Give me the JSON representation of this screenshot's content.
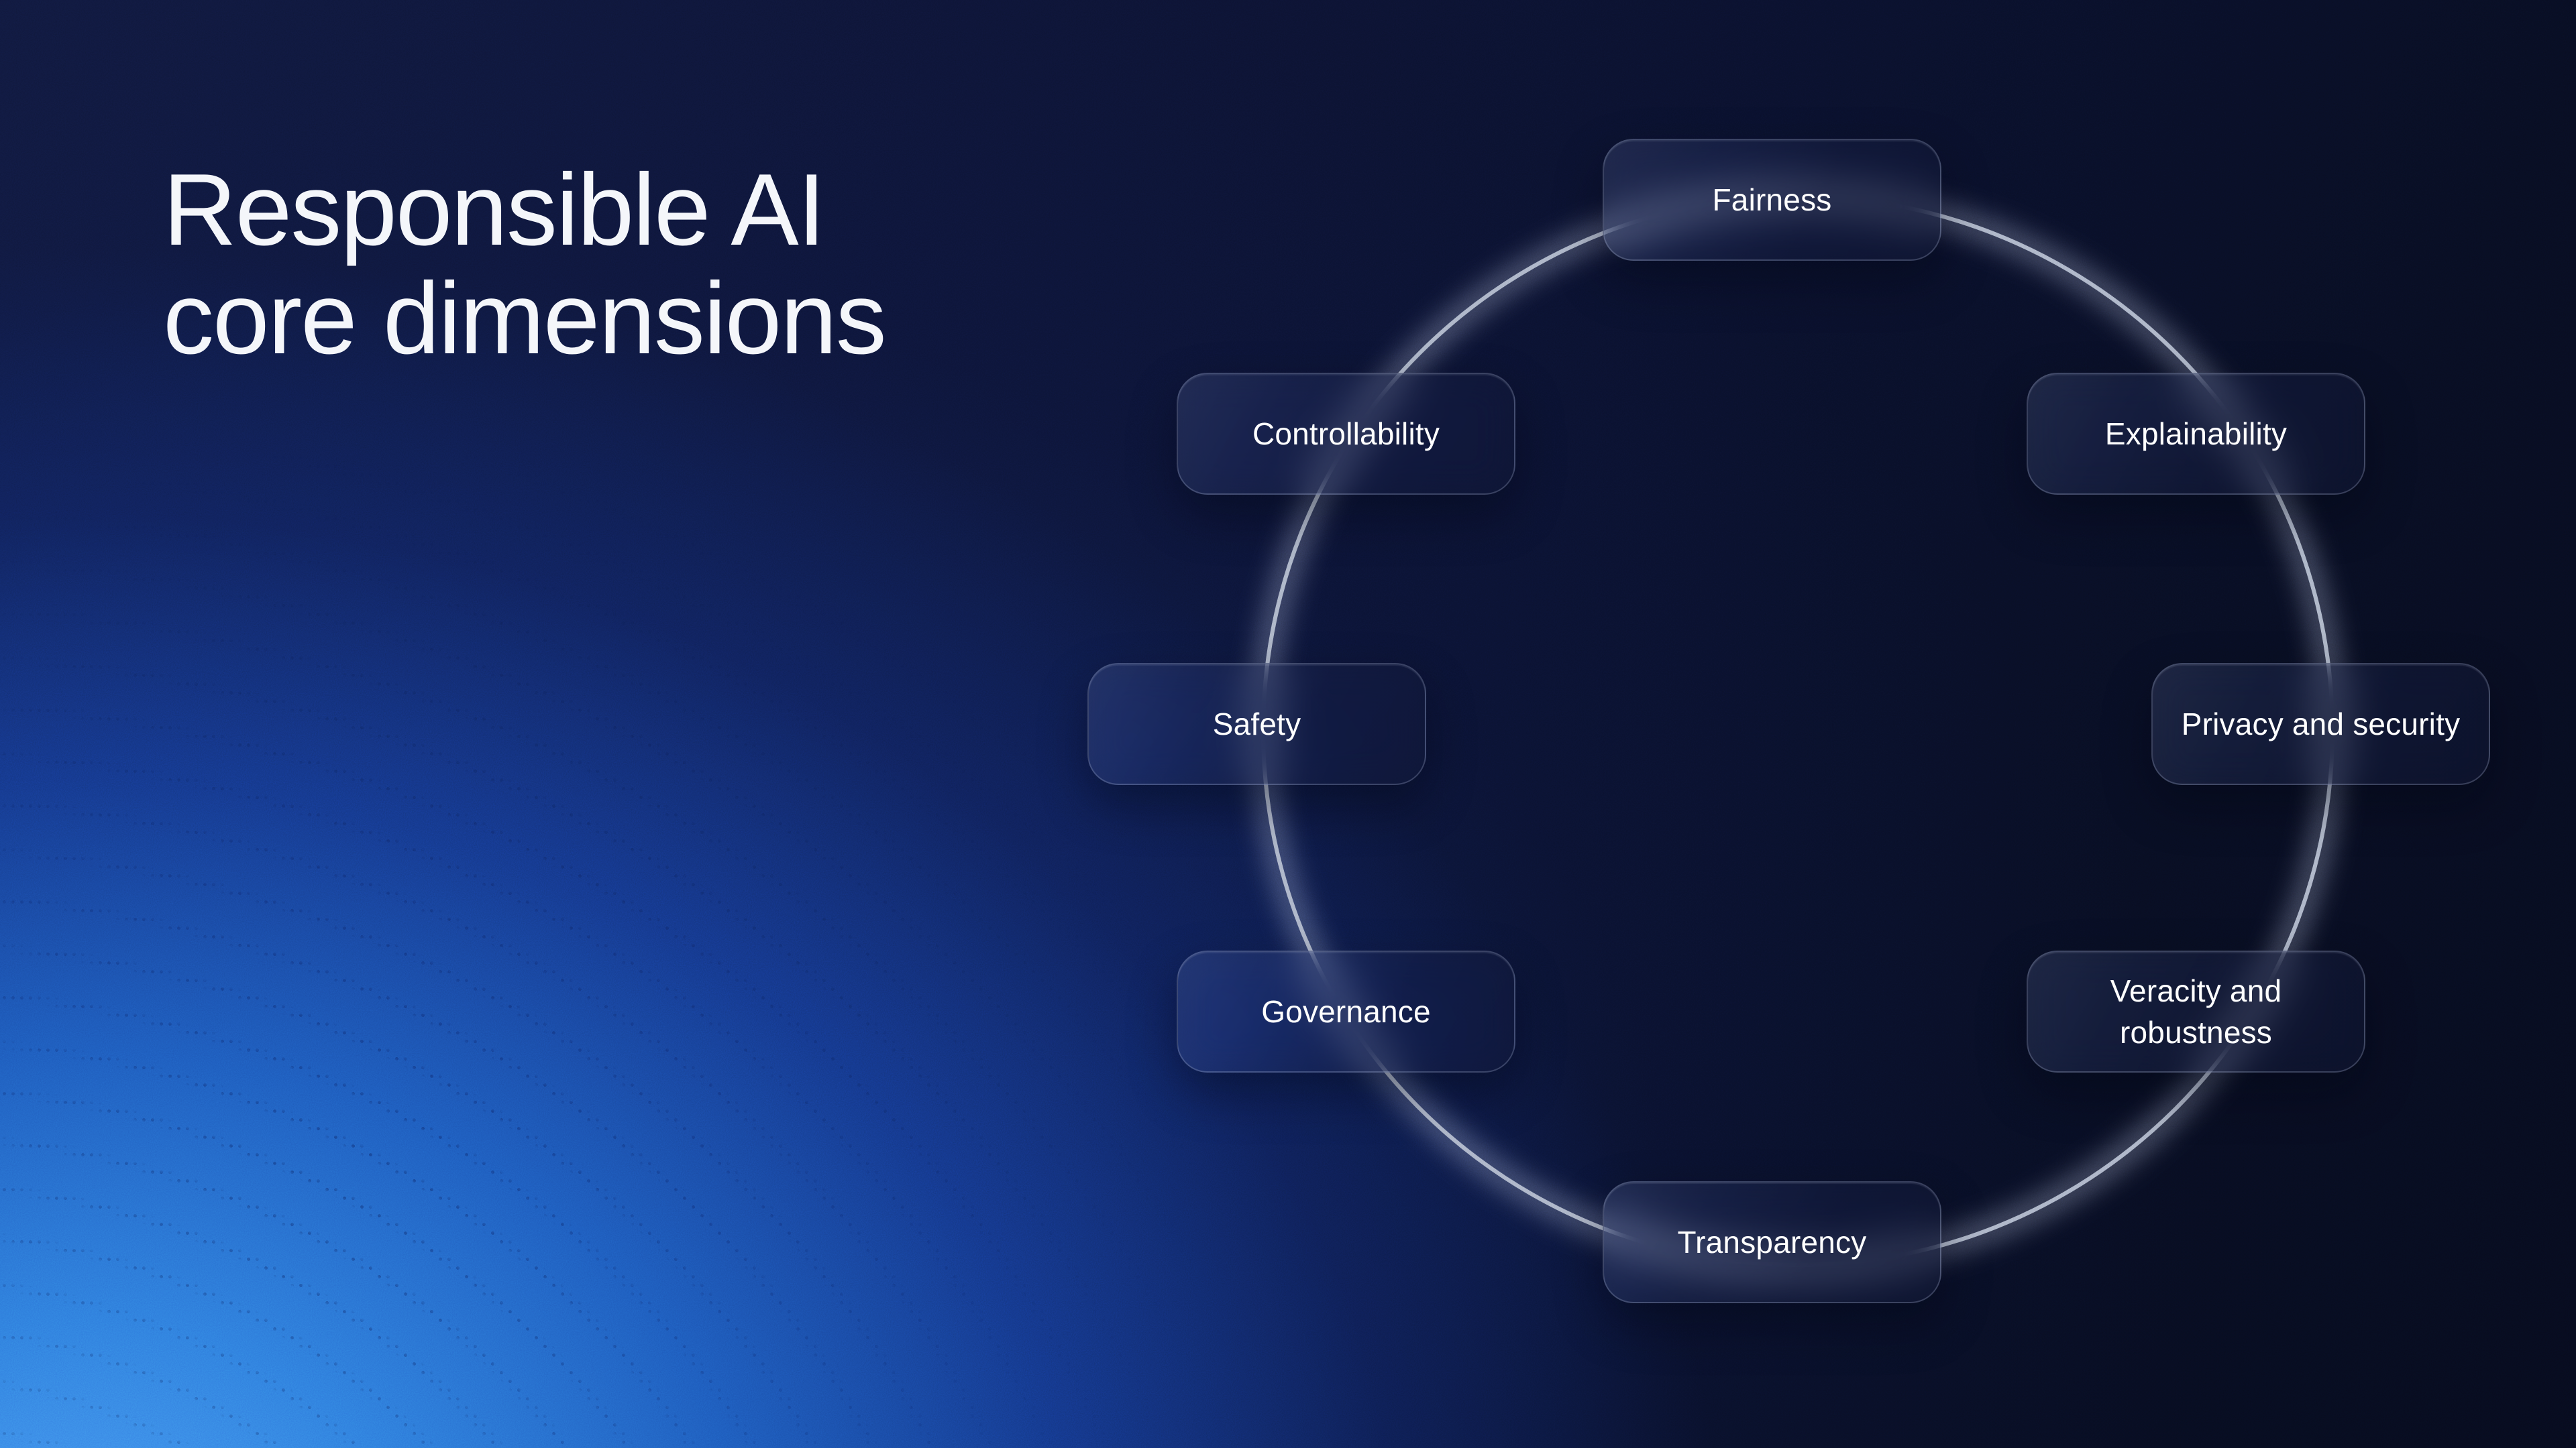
{
  "slide": {
    "title": {
      "line1": "Responsible AI",
      "line2": "core dimensions"
    }
  },
  "diagram": {
    "shape": "circle-ring",
    "nodes": [
      {
        "id": "fairness",
        "label": "Fairness",
        "position": "top"
      },
      {
        "id": "controllability",
        "label": "Controllability",
        "position": "upper-left"
      },
      {
        "id": "explainability",
        "label": "Explainability",
        "position": "upper-right"
      },
      {
        "id": "safety",
        "label": "Safety",
        "position": "left"
      },
      {
        "id": "privacy-security",
        "label": "Privacy and security",
        "position": "right"
      },
      {
        "id": "governance",
        "label": "Governance",
        "position": "lower-left"
      },
      {
        "id": "veracity-robustness",
        "label": "Veracity and robustness",
        "position": "lower-right"
      },
      {
        "id": "transparency",
        "label": "Transparency",
        "position": "bottom"
      }
    ]
  },
  "colors": {
    "background_dark_navy": "#0a1026",
    "glow_blue": "#3f8df0",
    "ring_stroke": "#b0b7c8",
    "card_fill": "rgba(26,33,66,0.40)",
    "card_border": "rgba(168,178,208,0.28)",
    "text": "#ffffff"
  }
}
